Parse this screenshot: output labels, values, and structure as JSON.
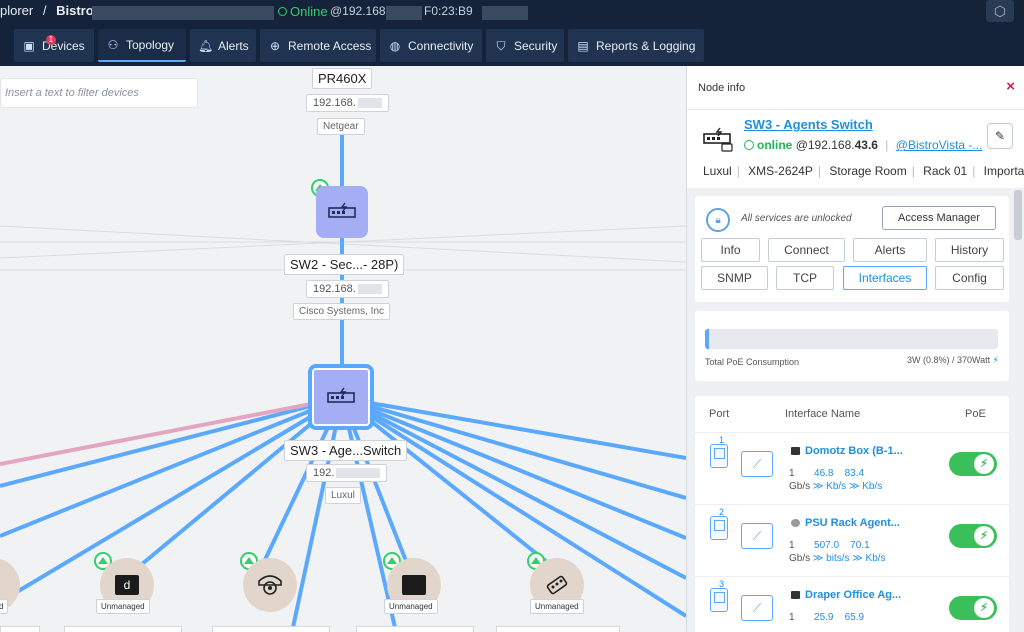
{
  "topbar": {
    "crumb_prefix": "plorer",
    "crumb_sep": "/",
    "crumb_site": "Bistro",
    "status": "Online",
    "ip": "@192.168.",
    "mac": "F0:23:B9"
  },
  "nav": {
    "tabs": [
      {
        "label": "Devices",
        "icon": "devices-icon",
        "badge": "1"
      },
      {
        "label": "Topology",
        "icon": "topology-icon"
      },
      {
        "label": "Alerts",
        "icon": "bell-icon"
      },
      {
        "label": "Remote Access",
        "icon": "globe-icon"
      },
      {
        "label": "Connectivity",
        "icon": "connectivity-icon"
      },
      {
        "label": "Security",
        "icon": "shield-icon"
      },
      {
        "label": "Reports & Logging",
        "icon": "report-icon"
      }
    ],
    "active": "Topology"
  },
  "canvas": {
    "filter_placeholder": "Insert a text to filter devices",
    "router": {
      "name": "PR460X",
      "ip": "192.168.",
      "vendor": "Netgear"
    },
    "sw2": {
      "name": "SW2 - Sec...- 28P)",
      "ip": "192.168.",
      "vendor": "Cisco Systems, Inc"
    },
    "sw3": {
      "name": "SW3 - Age...Switch",
      "ip": "192.",
      "vendor": "Luxul"
    },
    "leaves": [
      {
        "label": "d",
        "tag": "Unmanaged"
      },
      {
        "label": "Unmanaged"
      },
      {
        "label": ""
      },
      {
        "label": "Unmanaged"
      },
      {
        "label": "Unmanaged"
      }
    ]
  },
  "panel": {
    "title": "Node info",
    "close": "×",
    "device": {
      "name": "SW3 - Agents Switch",
      "status": "online",
      "ip_prefix": "@192.168.",
      "ip_suffix": "43.6",
      "site_link": "@BistroVista -...",
      "meta": [
        "Luxul",
        "XMS-2624P",
        "Storage Room",
        "Rack 01",
        "Important"
      ]
    },
    "services": {
      "unlock_text": "All services are unlocked",
      "access_button": "Access Manager",
      "tabs": [
        "Info",
        "Connect",
        "Alerts",
        "History",
        "SNMP",
        "TCP",
        "Interfaces",
        "Config"
      ],
      "active_tab": "Interfaces"
    },
    "poe": {
      "label": "Total PoE Consumption",
      "value": "3W (0.8%) / 370Watt",
      "fraction": 0.008
    },
    "interfaces": {
      "headers": {
        "port": "Port",
        "name": "Interface Name",
        "poe": "PoE"
      },
      "rows": [
        {
          "port": "1",
          "name": "Domotz Box (B-1...",
          "speed": "1",
          "speed_unit": "Gb/s",
          "down": "46.8",
          "down_unit": "Kb/s",
          "up": "83.4",
          "up_unit": "Kb/s",
          "poe_on": true
        },
        {
          "port": "2",
          "name": "PSU Rack Agent...",
          "speed": "1",
          "speed_unit": "Gb/s",
          "down": "507.0",
          "down_unit": "bits/s",
          "up": "70.1",
          "up_unit": "Kb/s",
          "poe_on": true
        },
        {
          "port": "3",
          "name": "Draper Office Ag...",
          "speed": "1",
          "speed_unit": "",
          "down": "25.9",
          "down_unit": "",
          "up": "65.9",
          "up_unit": "",
          "poe_on": true
        }
      ]
    }
  }
}
